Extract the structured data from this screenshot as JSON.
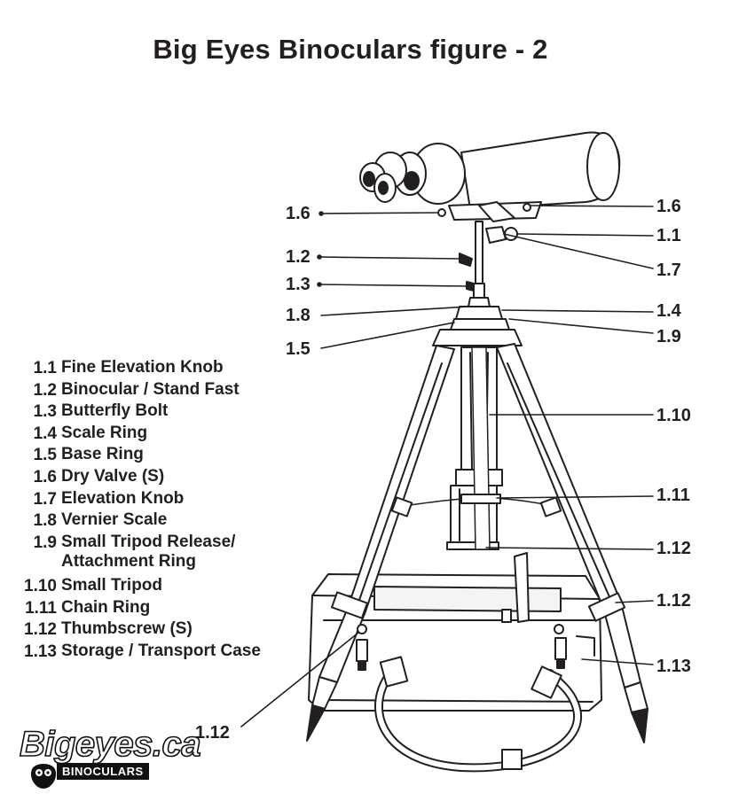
{
  "title": "Big Eyes Binoculars figure - 2",
  "legend": [
    {
      "num": "1.1",
      "text": "Fine Elevation Knob"
    },
    {
      "num": "1.2",
      "text": "Binocular / Stand Fast"
    },
    {
      "num": "1.3",
      "text": "Butterfly Bolt"
    },
    {
      "num": "1.4",
      "text": "Scale Ring"
    },
    {
      "num": "1.5",
      "text": "Base Ring"
    },
    {
      "num": "1.6",
      "text": "Dry Valve (S)"
    },
    {
      "num": "1.7",
      "text": "Elevation Knob"
    },
    {
      "num": "1.8",
      "text": "Vernier Scale"
    },
    {
      "num": "1.9",
      "text": "Small Tripod Release/\nAttachment Ring"
    },
    {
      "num": "1.10",
      "text": "Small Tripod"
    },
    {
      "num": "1.11",
      "text": "Chain Ring"
    },
    {
      "num": "1.12",
      "text": "Thumbscrew (S)"
    },
    {
      "num": "1.13",
      "text": "Storage / Transport Case"
    }
  ],
  "callouts": {
    "left_dry_valve": "1.6",
    "stand_fast": "1.2",
    "butterfly_bolt": "1.3",
    "vernier_scale": "1.8",
    "base_ring": "1.5",
    "right_dry_valve": "1.6",
    "fine_elevation_knob": "1.1",
    "elevation_knob": "1.7",
    "scale_ring": "1.4",
    "tripod_release_ring": "1.9",
    "small_tripod": "1.10",
    "chain_ring": "1.11",
    "thumbscrew_upper": "1.12",
    "thumbscrew_right": "1.12",
    "case": "1.13",
    "thumbscrew_bottom": "1.12"
  },
  "logo": {
    "wordmark": "Bigeyes.ca",
    "subtitle": "BINOCULARS"
  }
}
